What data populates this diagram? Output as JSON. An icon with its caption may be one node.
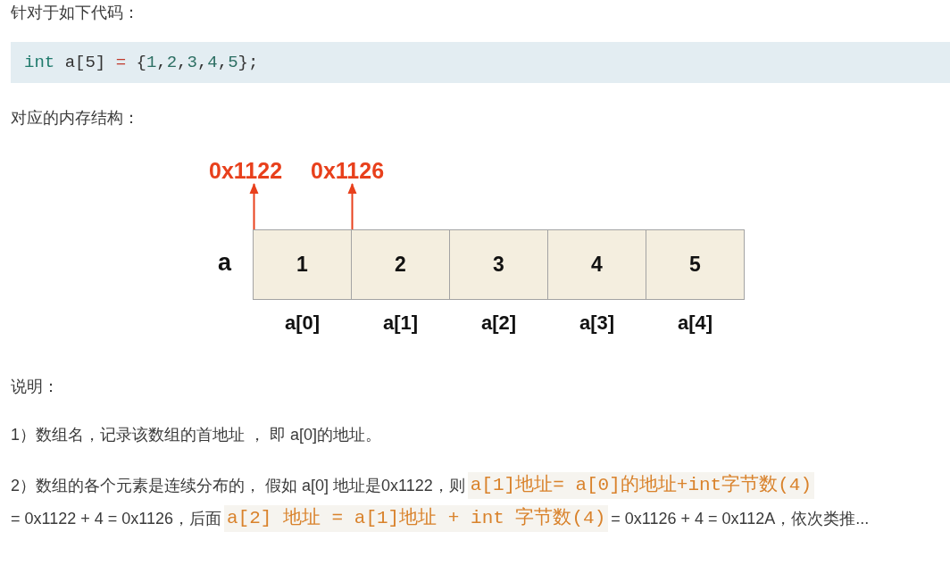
{
  "diagram": {
    "nodes": [
      {
        "text": [
          "0x1122"
        ]
      },
      {
        "text": [
          "0x1126"
        ]
      },
      {
        "text": [
          "1"
        ],
        "beside": [
          "a[0]"
        ]
      },
      {
        "text": [
          "2"
        ],
        "beside": [
          "a[1]"
        ]
      },
      {
        "text": [
          "3"
        ],
        "beside": [
          "a[2]"
        ]
      },
      {
        "text": [
          "4"
        ],
        "beside": [
          "a[3]"
        ]
      },
      {
        "text": [
          "5"
        ],
        "beside": [
          "a[4]"
        ]
      }
    ],
    "edges": [
      {
        "from": 2,
        "to": 0,
        "arrow": "to"
      },
      {
        "from": 3,
        "to": 1,
        "arrow": "to"
      }
    ],
    "labels": [
      "针对于如下代码：",
      "int a[5] = {1,2,3,4,5};",
      "对应的内存结构：",
      "a",
      "说明：",
      "1）数组名，记录该数组的首地址 ， 即 a[0]的地址。",
      "2）数组的各个元素是连续分布的， 假如 a[0] 地址是0x1122，则",
      "a[1]地址= a[0]的地址+int字节数(4)",
      "= 0x1122 + 4 = 0x1126，后面",
      "a[2] 地址 = a[1]地址 + int 字节数(4)",
      "= 0x1126 + 4 = 0x112A，依次类推..."
    ]
  }
}
